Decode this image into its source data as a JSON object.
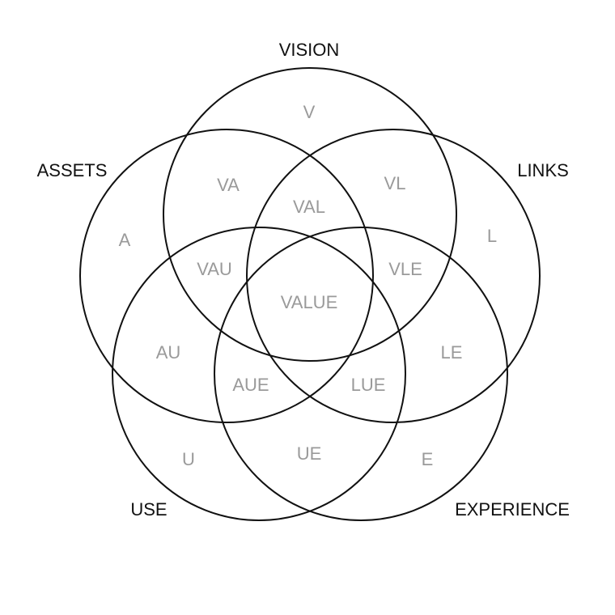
{
  "sets": {
    "vision": "VISION",
    "links": "LINKS",
    "experience": "EXPERIENCE",
    "use": "USE",
    "assets": "ASSETS"
  },
  "regions": {
    "v": "V",
    "l": "L",
    "e": "E",
    "u": "U",
    "a": "A",
    "va": "VA",
    "vl": "VL",
    "le": "LE",
    "ue": "UE",
    "au": "AU",
    "val": "VAL",
    "vle": "VLE",
    "lue": "LUE",
    "aue": "AUE",
    "vau": "VAU",
    "value": "VALUE"
  },
  "colors": {
    "outline": "#111111",
    "set_label": "#111111",
    "region_label": "#9a9a9a",
    "background": "#ffffff"
  }
}
